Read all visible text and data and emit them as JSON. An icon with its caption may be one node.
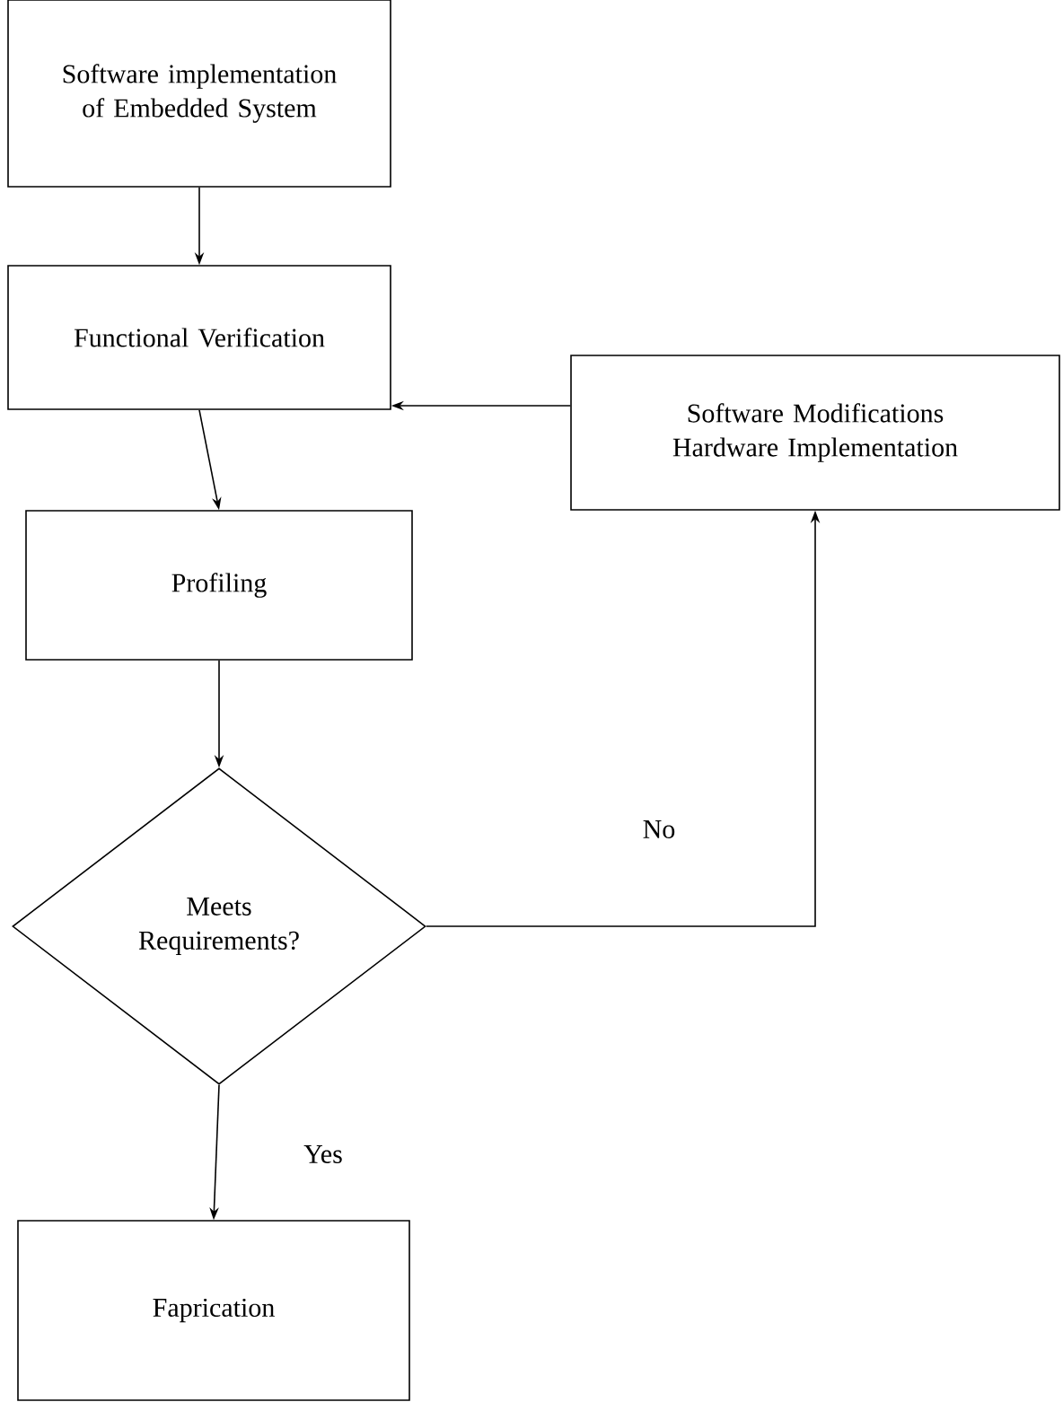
{
  "diagram": {
    "nodes": [
      {
        "text": [
          "Software implementation of Embedded System"
        ]
      },
      {
        "text": [
          "Functional Verification"
        ]
      },
      {
        "text": [
          "Software Modifications Hardware Implementation"
        ]
      },
      {
        "text": [
          "Profiling"
        ]
      },
      {
        "text": [
          "Meets Requirements?"
        ]
      },
      {
        "text": [
          "Faprication"
        ]
      }
    ],
    "edges": [
      {
        "from": 0,
        "to": 1,
        "arrow": "to"
      },
      {
        "from": 2,
        "to": 1,
        "arrow": "to"
      },
      {
        "from": 1,
        "to": 3,
        "arrow": "to"
      },
      {
        "from": 3,
        "to": 4,
        "arrow": "to"
      },
      {
        "from": 4,
        "to": 2,
        "arrow": "to",
        "label": "No"
      },
      {
        "from": 4,
        "to": 5,
        "arrow": "to",
        "label": "Yes"
      }
    ]
  }
}
